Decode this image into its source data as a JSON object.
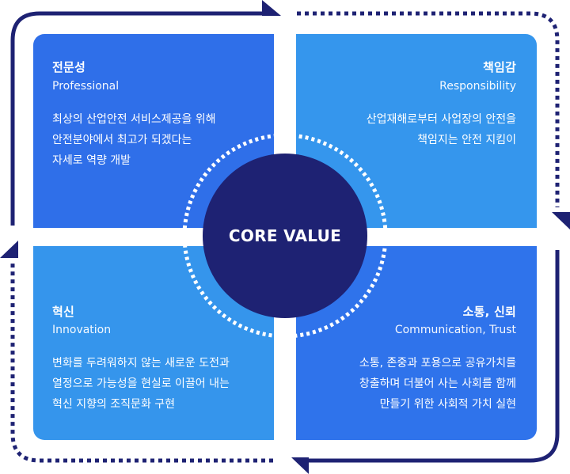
{
  "center": {
    "label": "CORE VALUE"
  },
  "quadrants": {
    "top_left": {
      "title": "전문성",
      "subtitle": "Professional",
      "lines": [
        "최상의 산업안전 서비스제공을 위해",
        "안전분야에서 최고가 되겠다는",
        "자세로 역량 개발"
      ]
    },
    "top_right": {
      "title": "책임감",
      "subtitle": "Responsibility",
      "lines": [
        "산업재해로부터 사업장의 안전을",
        "책임지는 안전 지킴이"
      ]
    },
    "bottom_left": {
      "title": "혁신",
      "subtitle": "Innovation",
      "lines": [
        "변화를 두려워하지 않는 새로운 도전과",
        "열정으로 가능성을 현실로 이끌어 내는",
        "혁신 지향의 조직문화 구현"
      ]
    },
    "bottom_right": {
      "title": "소통, 신뢰",
      "subtitle": "Communication, Trust",
      "lines": [
        "소통, 존중과 포용으로 공유가치를",
        "창출하며 더불어 사는 사회를 함께",
        "만들기 위한 사회적 가치 실현"
      ]
    }
  },
  "colors": {
    "frame": "#1e2273",
    "core": "#1e2273",
    "panel_dark": "#2f6fe9",
    "panel_light": "#3596ed"
  }
}
